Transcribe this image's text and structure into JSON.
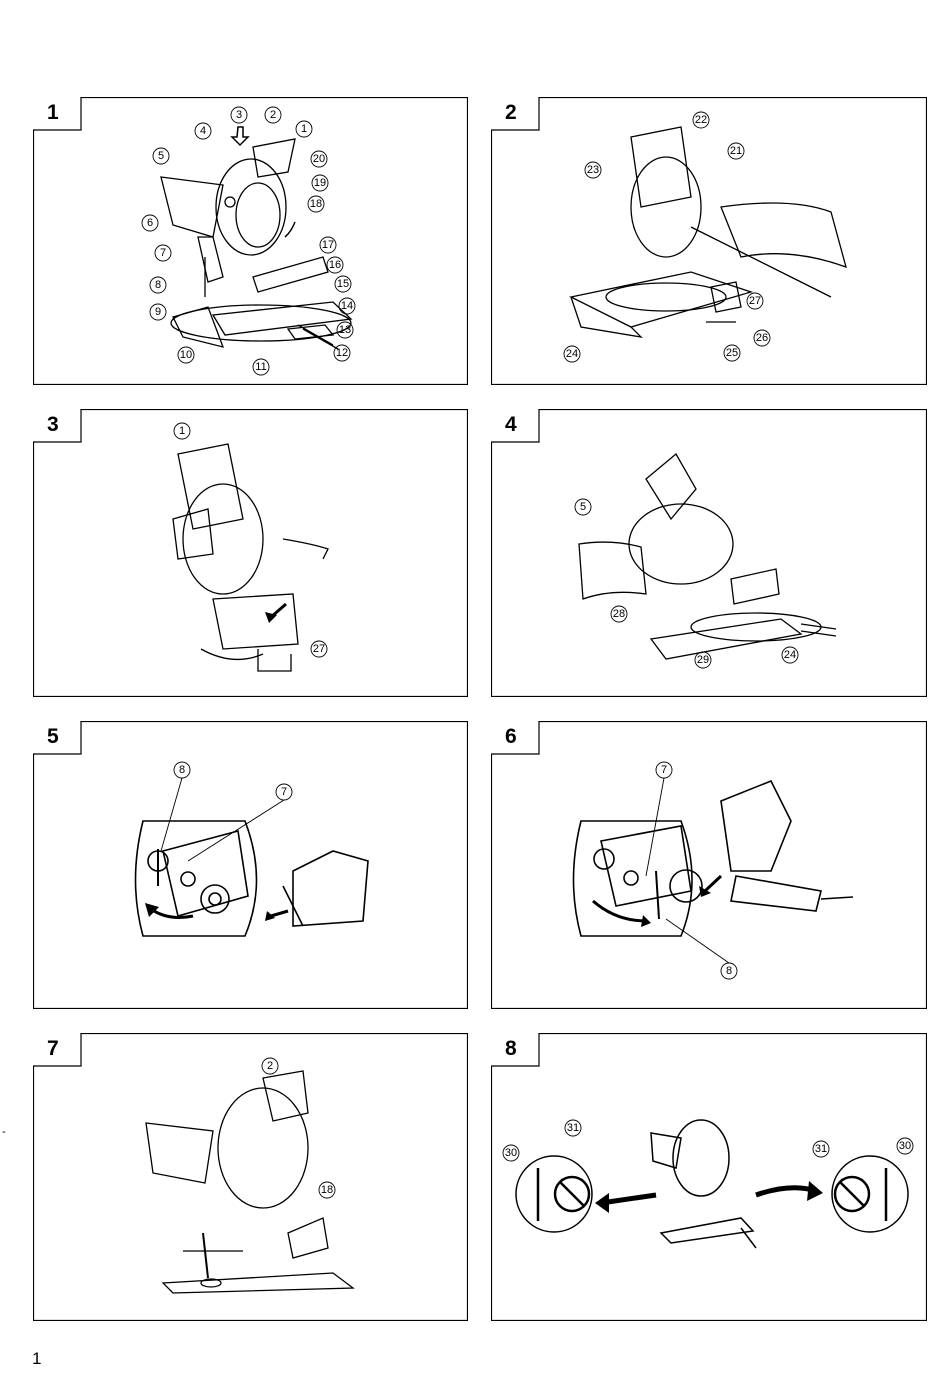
{
  "page": {
    "number": "1",
    "stray_mark": "-"
  },
  "panels": [
    {
      "number": "1",
      "callouts": [
        "1",
        "2",
        "3",
        "4",
        "5",
        "6",
        "7",
        "8",
        "9",
        "10",
        "11",
        "12",
        "13",
        "14",
        "15",
        "16",
        "17",
        "18",
        "19",
        "20"
      ]
    },
    {
      "number": "2",
      "callouts": [
        "21",
        "22",
        "23",
        "24",
        "25",
        "26",
        "27"
      ]
    },
    {
      "number": "3",
      "callouts": [
        "1",
        "27"
      ]
    },
    {
      "number": "4",
      "callouts": [
        "5",
        "24",
        "28",
        "29"
      ]
    },
    {
      "number": "5",
      "callouts": [
        "7",
        "8"
      ]
    },
    {
      "number": "6",
      "callouts": [
        "7",
        "8"
      ]
    },
    {
      "number": "7",
      "callouts": [
        "2",
        "18"
      ]
    },
    {
      "number": "8",
      "callouts": [
        "30",
        "31",
        "31",
        "30"
      ]
    }
  ]
}
